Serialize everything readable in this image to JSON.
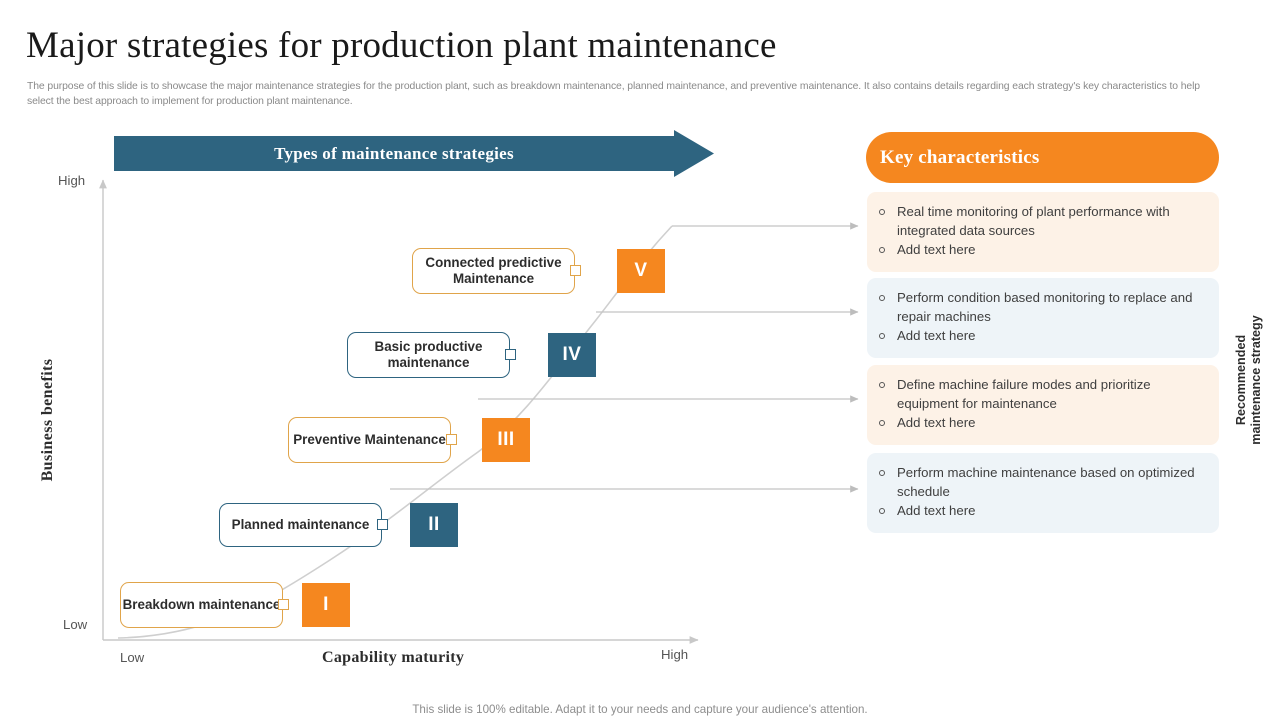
{
  "header": {
    "title": "Major strategies for production plant maintenance",
    "subtitle": "The purpose of this slide is to showcase the major maintenance strategies for the production plant, such as breakdown maintenance, planned maintenance, and preventive maintenance. It also contains details regarding each strategy's key characteristics to help select the best approach to implement for production plant maintenance."
  },
  "banner": {
    "label": "Types of maintenance strategies",
    "color": "#2e6480"
  },
  "key_characteristics": {
    "heading": "Key characteristics",
    "heading_color": "#f5871f",
    "cards": [
      {
        "tone": "warm",
        "bg": "#fdf2e7",
        "bullets": [
          "Real time monitoring of plant performance with integrated data sources",
          "Add text here"
        ]
      },
      {
        "tone": "cool",
        "bg": "#eef4f8",
        "bullets": [
          "Perform condition based monitoring to replace and repair machines",
          "Add text here"
        ]
      },
      {
        "tone": "warm",
        "bg": "#fdf2e7",
        "bullets": [
          "Define machine failure modes and prioritize equipment for maintenance",
          "Add text here"
        ]
      },
      {
        "tone": "cool",
        "bg": "#eef4f8",
        "bullets": [
          "Perform machine maintenance based on optimized schedule",
          "Add text here"
        ]
      }
    ]
  },
  "chart_data": {
    "type": "scatter",
    "title": "Types of maintenance strategies",
    "xlabel": "Capability maturity",
    "ylabel": "Business benefits",
    "right_axis_label": "Recommended maintenance strategy",
    "x_ticks": [
      "Low",
      "High"
    ],
    "y_ticks": [
      "Low",
      "High"
    ],
    "grid": false,
    "legend": "none",
    "points": [
      {
        "numeral": "I",
        "label": "Breakdown maintenance",
        "color": "#f5871f",
        "x_rel": 0.37,
        "y_rel": 0.07
      },
      {
        "numeral": "II",
        "label": "Planned maintenance",
        "color": "#2e6480",
        "x_rel": 0.56,
        "y_rel": 0.25
      },
      {
        "numeral": "III",
        "label": "Preventive Maintenance",
        "color": "#f5871f",
        "x_rel": 0.68,
        "y_rel": 0.44
      },
      {
        "numeral": "IV",
        "label": "Basic productive maintenance",
        "color": "#2e6480",
        "x_rel": 0.79,
        "y_rel": 0.63
      },
      {
        "numeral": "V",
        "label": "Connected predictive Maintenance",
        "color": "#f5871f",
        "x_rel": 0.91,
        "y_rel": 0.81
      }
    ]
  },
  "axis": {
    "y_high": "High",
    "y_low": "Low",
    "x_low": "Low",
    "x_high": "High",
    "y_title": "Business benefits",
    "x_title": "Capability maturity",
    "right_title_line1": "Recommended",
    "right_title_line2": "maintenance strategy"
  },
  "footer": {
    "note": "This slide is 100% editable. Adapt it to your needs and capture your audience's attention."
  }
}
